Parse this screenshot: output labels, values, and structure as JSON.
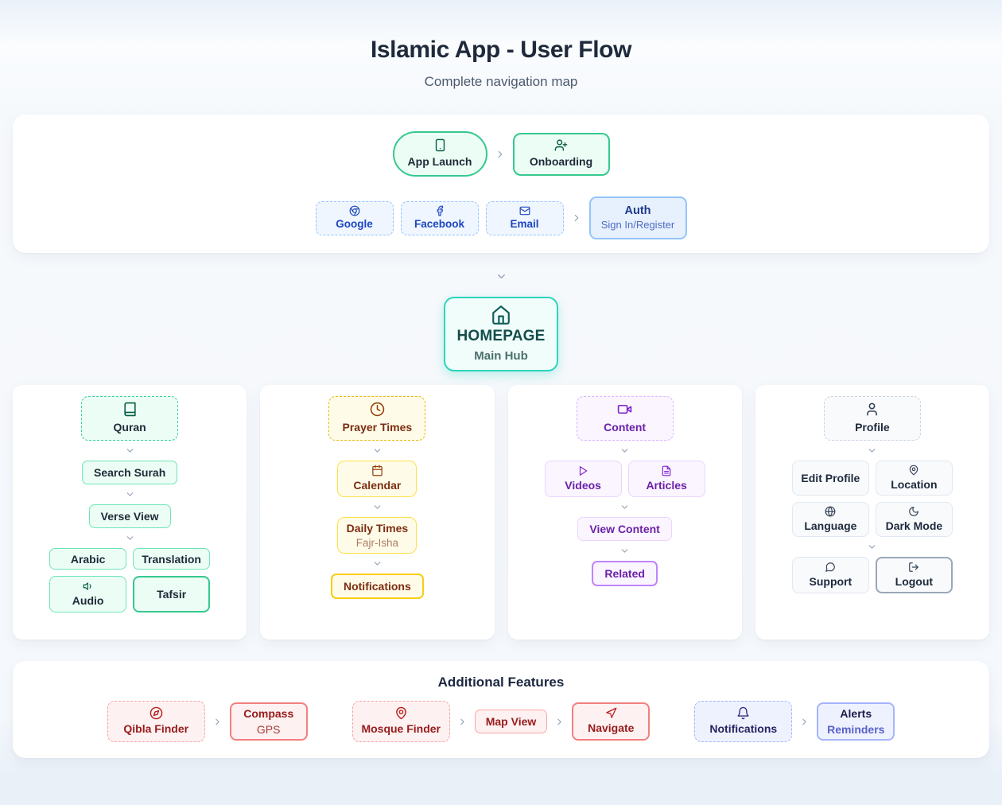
{
  "header": {
    "title": "Islamic App - User Flow",
    "subtitle": "Complete navigation map"
  },
  "launch": {
    "app_launch": {
      "label": "App Launch",
      "icon": "smartphone-icon"
    },
    "onboarding": {
      "label": "Onboarding",
      "icon": "user-plus-icon"
    },
    "providers": [
      {
        "label": "Google",
        "icon": "chrome-icon"
      },
      {
        "label": "Facebook",
        "icon": "facebook-icon"
      },
      {
        "label": "Email",
        "icon": "mail-icon"
      }
    ],
    "auth": {
      "title": "Auth",
      "subtitle": "Sign In/Register"
    }
  },
  "homepage": {
    "title": "HOMEPAGE",
    "subtitle": "Main Hub",
    "icon": "home-icon"
  },
  "columns": [
    {
      "id": "quran",
      "header": {
        "label": "Quran",
        "icon": "book-icon"
      },
      "nodes": {
        "search": "Search Surah",
        "verse": "Verse View",
        "arabic": "Arabic",
        "translation": "Translation",
        "audio": "Audio",
        "tafsir": "Tafsir"
      }
    },
    {
      "id": "prayer-times",
      "header": {
        "label": "Prayer Times",
        "icon": "clock-icon"
      },
      "nodes": {
        "calendar": "Calendar",
        "daily_title": "Daily Times",
        "daily_subtitle": "Fajr-Isha",
        "notifications": "Notifications"
      }
    },
    {
      "id": "content",
      "header": {
        "label": "Content",
        "icon": "video-icon"
      },
      "nodes": {
        "videos": "Videos",
        "articles": "Articles",
        "view_content": "View Content",
        "related": "Related"
      }
    },
    {
      "id": "profile",
      "header": {
        "label": "Profile",
        "icon": "user-icon"
      },
      "nodes": {
        "edit": "Edit Profile",
        "location": "Location",
        "language": "Language",
        "dark_mode": "Dark Mode",
        "support": "Support",
        "logout": "Logout"
      }
    }
  ],
  "additional": {
    "title": "Additional Features",
    "qibla": {
      "label": "Qibla Finder",
      "icon": "compass-icon"
    },
    "compass": {
      "line1": "Compass",
      "line2": "GPS"
    },
    "mosque": {
      "label": "Mosque Finder",
      "icon": "map-pin-icon"
    },
    "map_view": "Map View",
    "navigate": {
      "label": "Navigate",
      "icon": "navigation-icon"
    },
    "notifications": {
      "label": "Notifications",
      "icon": "bell-icon"
    },
    "alerts": {
      "line1": "Alerts",
      "line2": "Reminders"
    }
  },
  "colors": {
    "green": "#35d399",
    "teal": "#2dd4bf",
    "blue": "#93c5fd",
    "yellow": "#facc15",
    "purple": "#c084fc",
    "gray": "#9aa7b8",
    "red": "#f37f7f",
    "indigo": "#a5b4fc",
    "background": "#f5f8fc",
    "card": "#ffffff",
    "title_text": "#1e2a3b"
  }
}
